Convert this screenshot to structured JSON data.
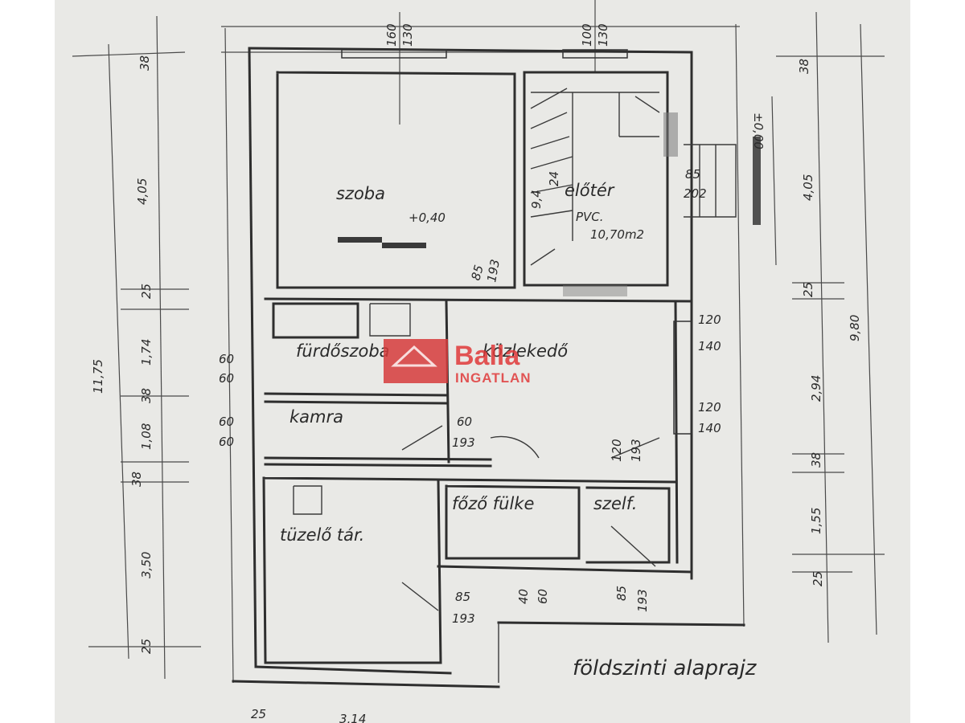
{
  "plan": {
    "title": "földszinti alaprajz",
    "rooms": {
      "szoba": "szoba",
      "szoba_level": "+0,40",
      "eloter": "előtér",
      "eloter_floor": "PVC.",
      "eloter_area": "10,70m2",
      "furdoszoba": "fürdőszoba",
      "kozleker": "közlekedő",
      "kamra": "kamra",
      "tuzelo_tar": "tüzelő tár.",
      "foz_fulke": "főző fülke",
      "szelf": "szelf.",
      "entrance_level": "±0,00"
    },
    "dims": {
      "top_a": "160",
      "top_b": "130",
      "top_c": "100",
      "top_d": "130",
      "corner_tl": "38",
      "corner_tr": "38",
      "left_main": "4,05",
      "left_total": "11,75",
      "left_25a": "25",
      "left_174": "1,74",
      "left_38a": "38",
      "left_108": "1,08",
      "left_38b": "38",
      "left_350": "3,50",
      "left_25b": "25",
      "right_405": "4,05",
      "right_25": "25",
      "right_294": "2,94",
      "right_38": "38",
      "right_155": "1,55",
      "right_25b": "25",
      "right_total": "9,80",
      "door_85a": "85",
      "door_202": "202",
      "stair_94": "9,4",
      "stair_24": "24",
      "door_85b": "85",
      "door_193a": "193",
      "win_120a": "120",
      "win_140a": "140",
      "win_120b": "120",
      "win_140b": "140",
      "bath_60a": "60",
      "bath_60b": "60",
      "bath_60c": "60",
      "bath_60d": "60",
      "kor_60": "60",
      "kor_193": "193",
      "door_120": "120",
      "door_193b": "193",
      "tar_85": "85",
      "tar_193": "193",
      "fulke_40": "40",
      "fulke_60": "60",
      "szelf_85": "85",
      "szelf_193": "193",
      "bottom_25": "25",
      "bottom_a": "3,14"
    }
  },
  "watermark": {
    "brand": "Balla",
    "sub": "INGATLAN",
    "color": "#e03a3a"
  }
}
